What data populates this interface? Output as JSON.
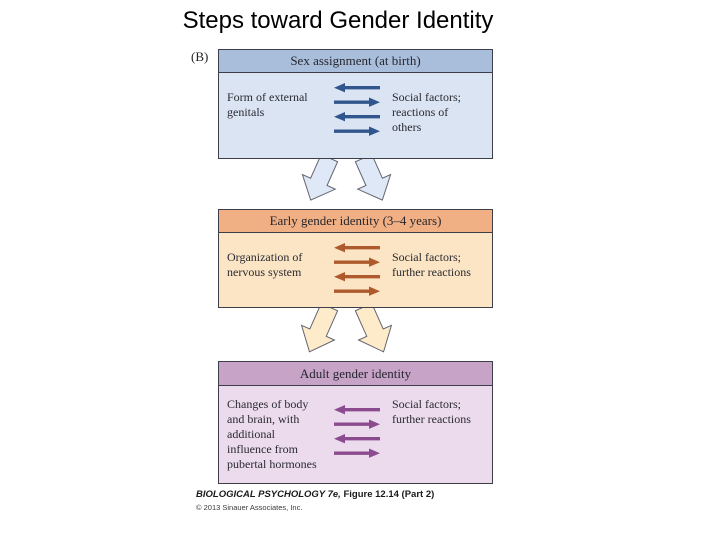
{
  "slide": {
    "title": "Steps toward Gender Identity"
  },
  "figure": {
    "panel_label": "(B)",
    "boxes": [
      {
        "name": "sex-assignment",
        "header": "Sex assignment (at birth)",
        "left_text": "Form of external\ngenitals",
        "right_text": "Social factors;\nreactions of\nothers",
        "colors": {
          "header_bg": "#a9bedb",
          "body_bg": "#dbe4f2",
          "arrow": "#31568e"
        }
      },
      {
        "name": "early-gender-identity",
        "header": "Early gender identity (3–4 years)",
        "left_text": "Organization of\nnervous system",
        "right_text": "Social factors;\nfurther reactions",
        "colors": {
          "header_bg": "#f0b083",
          "body_bg": "#fbe5c4",
          "arrow": "#ae5a2d"
        }
      },
      {
        "name": "adult-gender-identity",
        "header": "Adult gender identity",
        "left_text": "Changes of body\nand brain, with\nadditional\ninfluence from\npubertal hormones",
        "right_text": "Social factors;\nfurther reactions",
        "colors": {
          "header_bg": "#c7a3c8",
          "body_bg": "#ebdbed",
          "arrow": "#8c4a8f"
        }
      }
    ],
    "exchange_arrows_per_box": 4,
    "diverging_arrow_fills": [
      "#dfe8f6",
      "#fdebc9"
    ],
    "box_border_color": "#3e3e4a"
  },
  "caption": {
    "line1_italic": "BIOLOGICAL PSYCHOLOGY 7e,",
    "line1_rest": " Figure 12.14 (Part 2)",
    "line2": "© 2013 Sinauer Associates, Inc."
  }
}
